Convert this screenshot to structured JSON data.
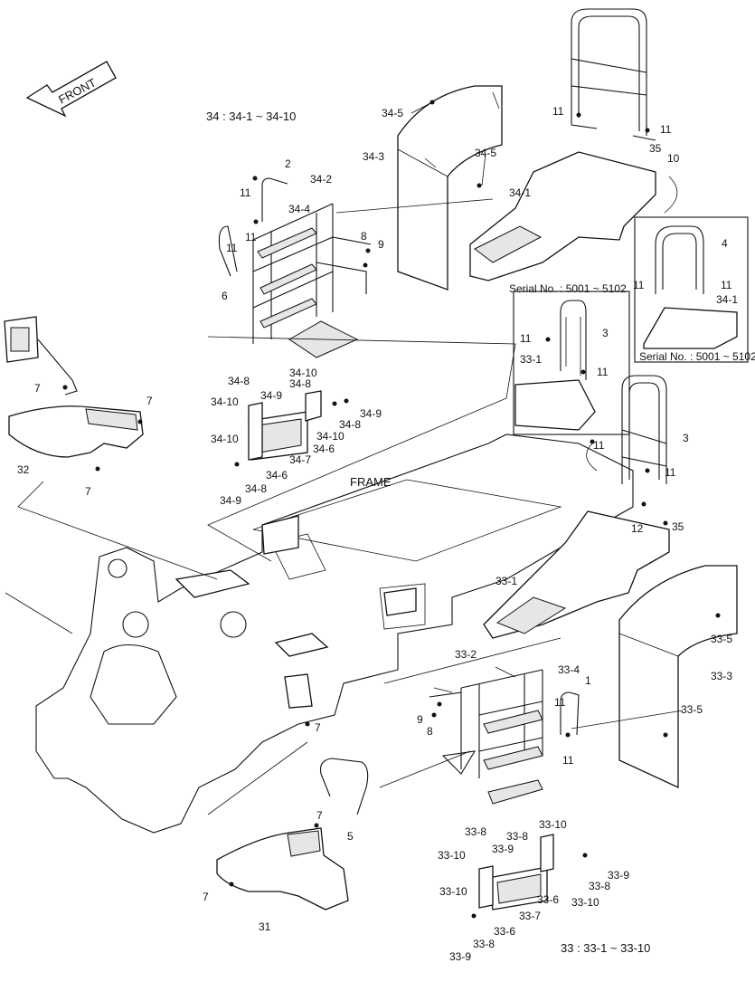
{
  "direction": {
    "label": "FRONT"
  },
  "groups": {
    "g34": "34 : 34-1 ~ 34-10",
    "g33": "33 : 33-1 ~ 33-10",
    "frame": "FRAME"
  },
  "serials": {
    "s1": "Serial No. : 5001 ~ 5102",
    "s2": "Serial No. : 5001 ~ 5102"
  },
  "labels": {
    "l1": "34-5",
    "l2": "11",
    "l3": "11",
    "l4": "35",
    "l5": "10",
    "l6": "34-3",
    "l7": "34-5",
    "l8": "2",
    "l9": "34-2",
    "l10": "11",
    "l11": "34-4",
    "l12": "34-1",
    "l13": "11",
    "l14": "8",
    "l15": "9",
    "l16": "11",
    "l17": "6",
    "l18": "4",
    "l19": "11",
    "l20": "11",
    "l21": "34-1",
    "l22": "3",
    "l23": "11",
    "l24": "33-1",
    "l25": "11",
    "l26": "7",
    "l27": "7",
    "l28": "34-8",
    "l29": "34-10",
    "l30": "34-8",
    "l31": "34-10",
    "l32": "34-9",
    "l33": "34-9",
    "l34": "34-8",
    "l35": "34-10",
    "l36": "34-10",
    "l37": "34-6",
    "l38": "34-7",
    "l39": "34-6",
    "l40": "34-8",
    "l41": "34-9",
    "l42": "32",
    "l43": "7",
    "l44": "11",
    "l45": "3",
    "l46": "11",
    "l47": "12",
    "l48": "35",
    "l49": "33-1",
    "l50": "33-5",
    "l51": "33-3",
    "l52": "33-2",
    "l53": "33-4",
    "l54": "1",
    "l55": "9",
    "l56": "8",
    "l57": "7",
    "l58": "11",
    "l59": "33-5",
    "l60": "11",
    "l61": "5",
    "l62": "7",
    "l63": "33-8",
    "l64": "33-10",
    "l65": "33-8",
    "l66": "33-9",
    "l67": "33-10",
    "l68": "7",
    "l69": "33-8",
    "l70": "33-9",
    "l71": "33-10",
    "l72": "33-10",
    "l73": "33-6",
    "l74": "33-7",
    "l75": "33-6",
    "l76": "31",
    "l77": "33-8",
    "l78": "33-9"
  }
}
